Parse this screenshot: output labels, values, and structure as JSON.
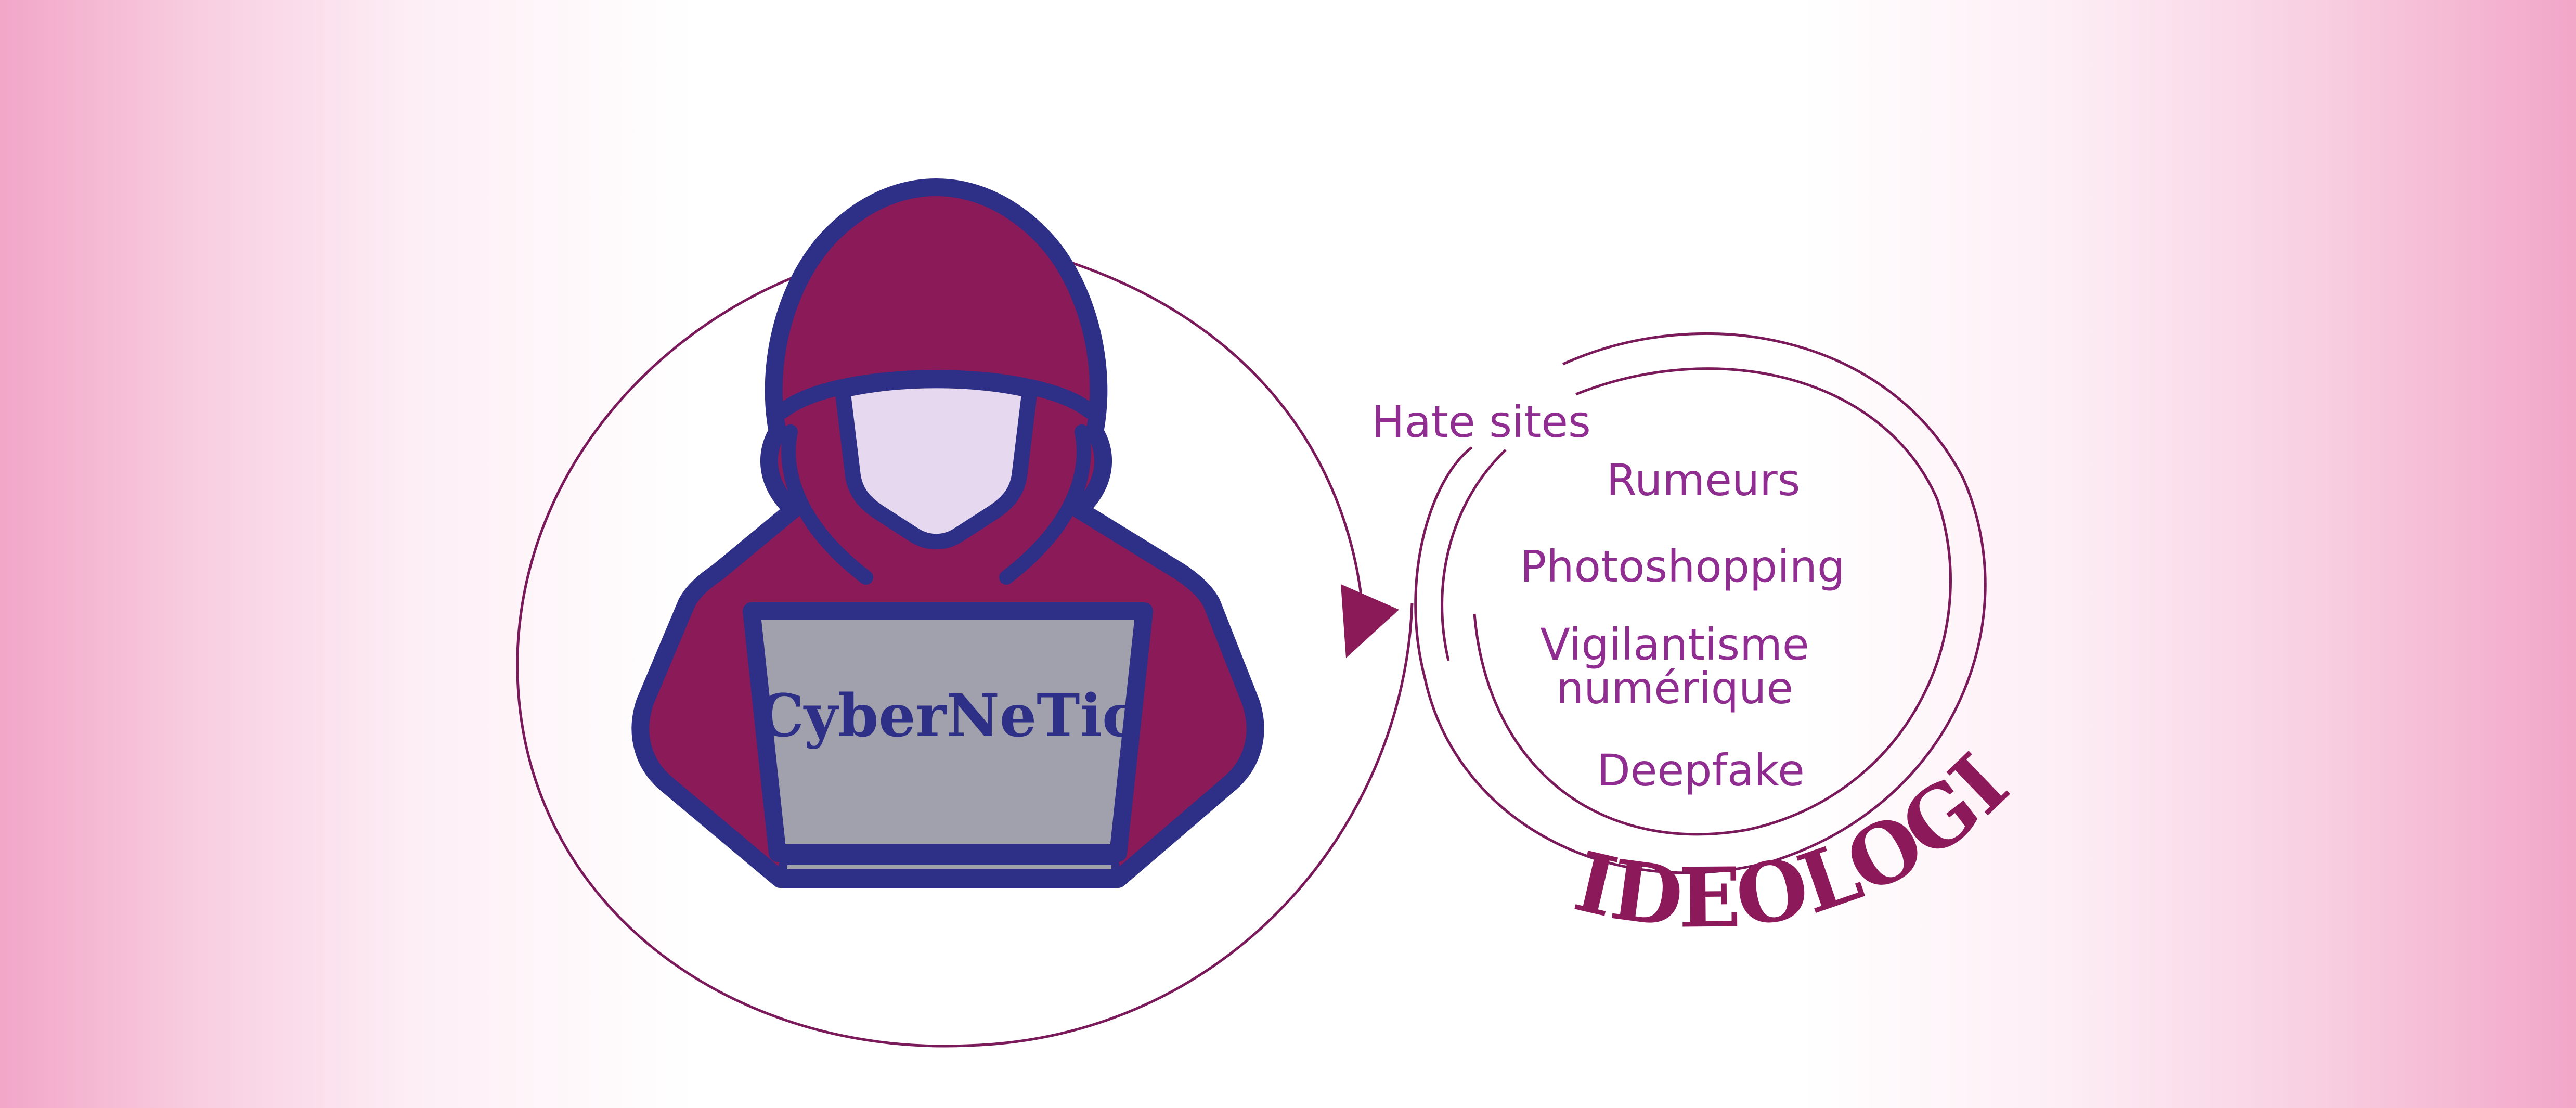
{
  "brand_label": "CyberNeTic",
  "cycle_items": [
    "Hate sites",
    "Rumeurs",
    "Photoshopping",
    "Vigilantisme",
    "numérique",
    "Deepfake"
  ],
  "arc_title": "IDEOLOGIE",
  "colors": {
    "hood": "#8b1a59",
    "outline": "#2e2f86",
    "face": "#e6d8ee",
    "laptop": "#a0a1ac",
    "item_text": "#8f2d91",
    "title_text": "#8c1a5a",
    "line": "#7a1a5a"
  },
  "icons": [
    "hooded-hacker-icon",
    "laptop-icon",
    "arrow-head-icon"
  ]
}
